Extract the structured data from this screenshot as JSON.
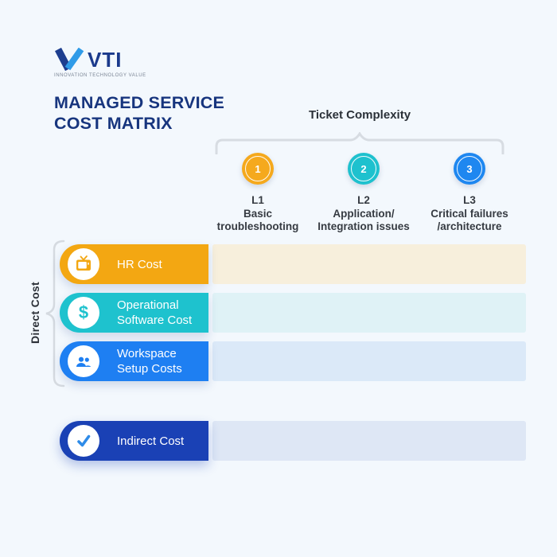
{
  "page": {
    "background_color": "#F3F8FD"
  },
  "logo": {
    "text": "VTI",
    "tagline": "INNOVATION TECHNOLOGY VALUE"
  },
  "title": {
    "line1": "MANAGED SERVICE",
    "line2": "COST MATRIX",
    "color": "#17357E"
  },
  "ticket_complexity": {
    "header": "Ticket Complexity",
    "levels": [
      {
        "number": "1",
        "code": "L1",
        "desc_line1": "Basic",
        "desc_line2": "troubleshooting",
        "color": "#F5A91D"
      },
      {
        "number": "2",
        "code": "L2",
        "desc_line1": "Application/",
        "desc_line2": "Integration issues",
        "color": "#1EC1CE"
      },
      {
        "number": "3",
        "code": "L3",
        "desc_line1": "Critical failures",
        "desc_line2": "/architecture",
        "color": "#1E87F0"
      }
    ]
  },
  "matrix": {
    "direct_group_label": "Direct Cost",
    "direct_rows": [
      {
        "label": "HR Cost",
        "icon": "tv-icon",
        "pill_color": "#F3A712",
        "band_color": "#F7EFDC"
      },
      {
        "label": "Operational Software Cost",
        "icon": "dollar-icon",
        "pill_color": "#1EC2CE",
        "band_color": "#DFF2F6"
      },
      {
        "label": "Workspace Setup Costs",
        "icon": "users-icon",
        "pill_color": "#1E7FF2",
        "band_color": "#DBE9F8"
      }
    ],
    "indirect_row": {
      "label": "Indirect Cost",
      "icon": "check-icon",
      "pill_color": "#1A41B5",
      "band_color": "#DEE7F5"
    }
  }
}
